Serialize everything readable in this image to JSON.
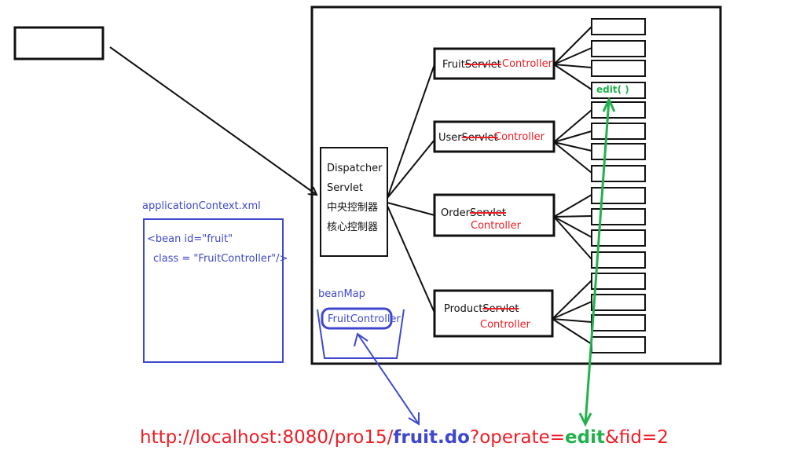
{
  "client": {
    "label": ""
  },
  "dispatcher": {
    "lines": [
      "Dispatcher",
      "Servlet",
      "中央控制器",
      "核心控制器"
    ]
  },
  "controllers": [
    {
      "prefix": "Fruit",
      "struck": "Servlet",
      "suffix": "Controller"
    },
    {
      "prefix": "User",
      "struck": "Servlet",
      "suffix": "Controller"
    },
    {
      "prefix": "Order",
      "struck": "Servlet",
      "suffix": "Controller"
    },
    {
      "prefix": "Product",
      "struck": "Servlet",
      "suffix": "Controller"
    }
  ],
  "method_boxes": {
    "highlighted": "edit( )"
  },
  "app_context": {
    "title": "applicationContext.xml",
    "line1": "<bean id=\"fruit\"",
    "line2": "class = \"FruitController\"/>"
  },
  "bean_map": {
    "title": "beanMap",
    "item": "FruitController"
  },
  "url": {
    "part1": "http://localhost:8080/pro15/",
    "part2": "fruit.do",
    "part3": "?operate=",
    "part4": "edit",
    "part5": "&fid=2"
  },
  "colors": {
    "black": "#111111",
    "red": "#ee1c24",
    "blue": "#3f48cc",
    "green": "#22b14c"
  }
}
